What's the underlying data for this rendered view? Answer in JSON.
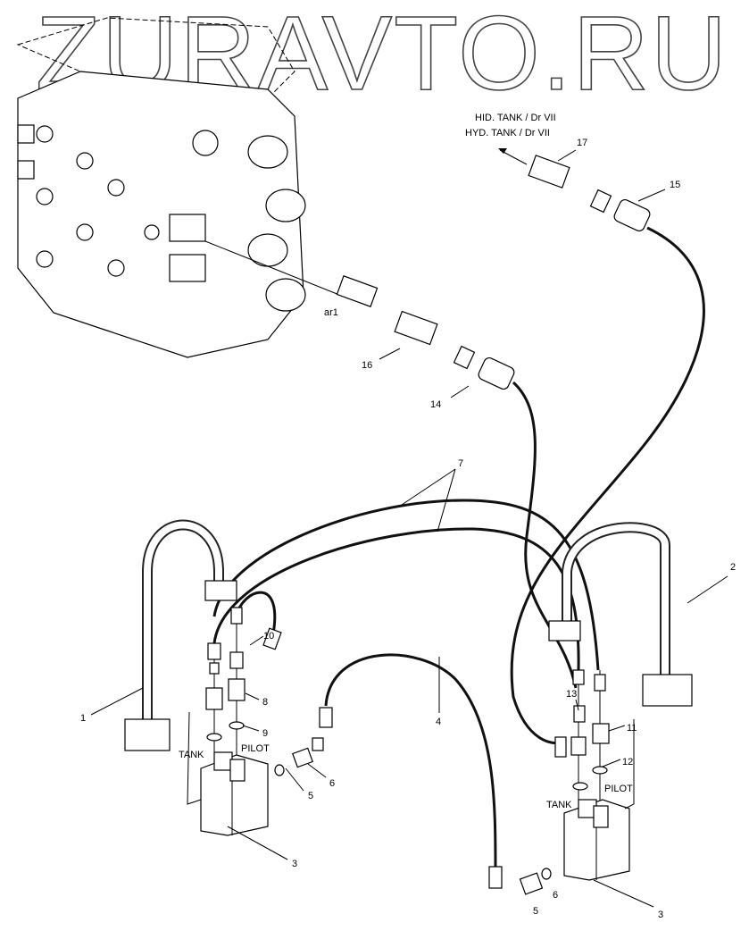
{
  "watermark": "ZURAVTO.RU",
  "destination": {
    "line1": "HID. TANK / Dr VII",
    "line2": "HYD. TANK / Dr VII"
  },
  "callouts": {
    "c17": "17",
    "c15": "15",
    "ar1": "ar1",
    "c16": "16",
    "c14": "14",
    "c7": "7",
    "c2": "2",
    "c10": "10",
    "c8": "8",
    "c9": "9",
    "c1": "1",
    "tank_left": "TANK",
    "pilot_left": "PILOT",
    "c6_left": "6",
    "c5_left": "5",
    "c3_left": "3",
    "c4": "4",
    "c13": "13",
    "c11": "11",
    "c12": "12",
    "pilot_right": "PILOT",
    "tank_right": "TANK",
    "c6_right": "6",
    "c5_right": "5",
    "c3_right": "3"
  }
}
